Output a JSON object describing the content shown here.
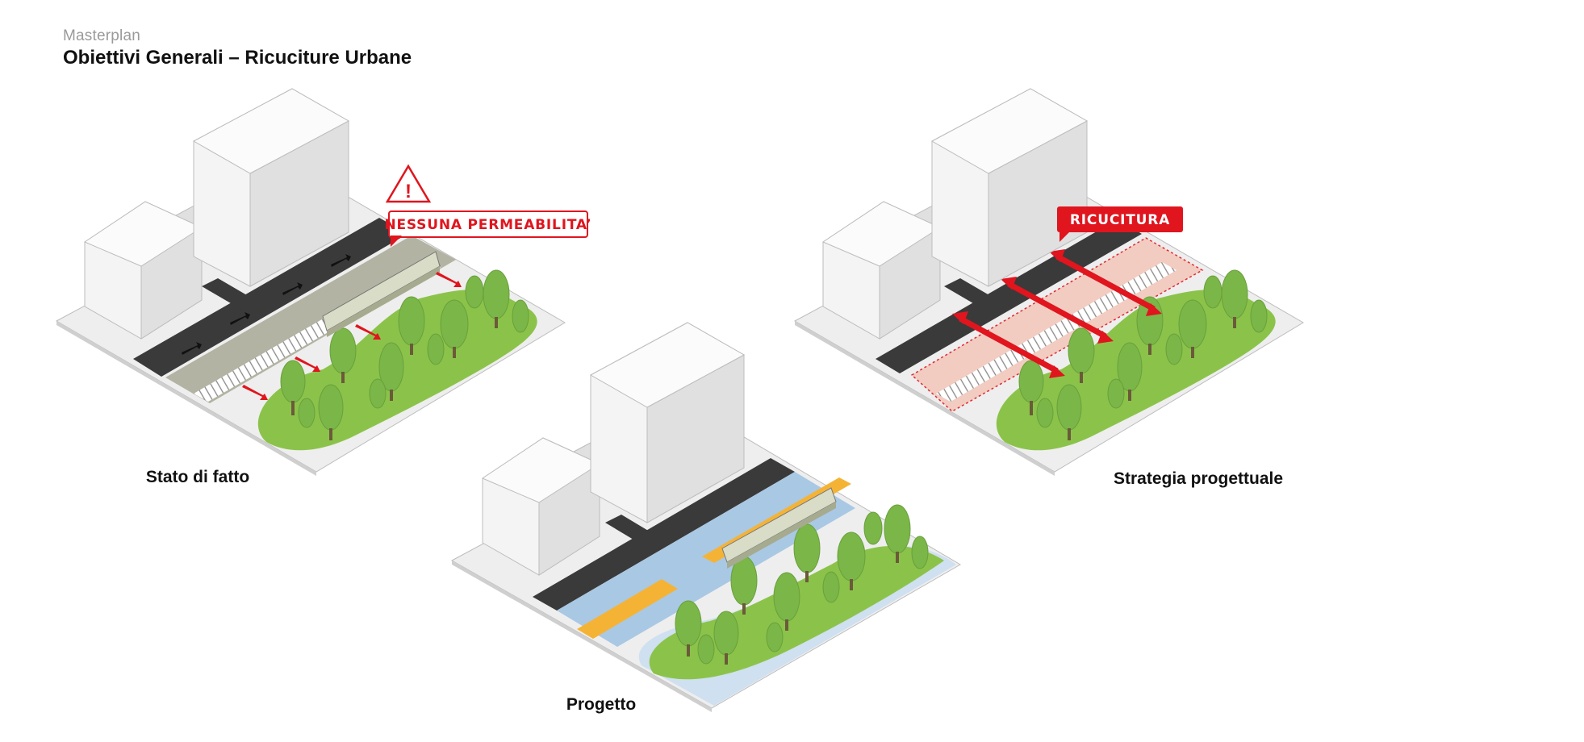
{
  "header": {
    "kicker": "Masterplan",
    "title": "Obiettivi Generali – Ricuciture Urbane"
  },
  "panels": {
    "existing": {
      "caption": "Stato di fatto",
      "callout": "NESSUNA PERMEABILITA’"
    },
    "project": {
      "caption": "Progetto"
    },
    "strategy": {
      "caption": "Strategia progettuale",
      "callout": "RICUCITURA"
    }
  },
  "colors": {
    "accent": "#e0151e",
    "accent_fill": "#f3c9bd",
    "grass": "#8bc34a",
    "tree": "#7ab648",
    "road": "#3a3a3a",
    "track_band": "#a9a99a",
    "sidewalk": "#e6e6e6",
    "water": "#a9c8e4",
    "path_orange": "#f5b335",
    "building_light": "#f4f4f4",
    "building_dark": "#dcdcdc"
  }
}
